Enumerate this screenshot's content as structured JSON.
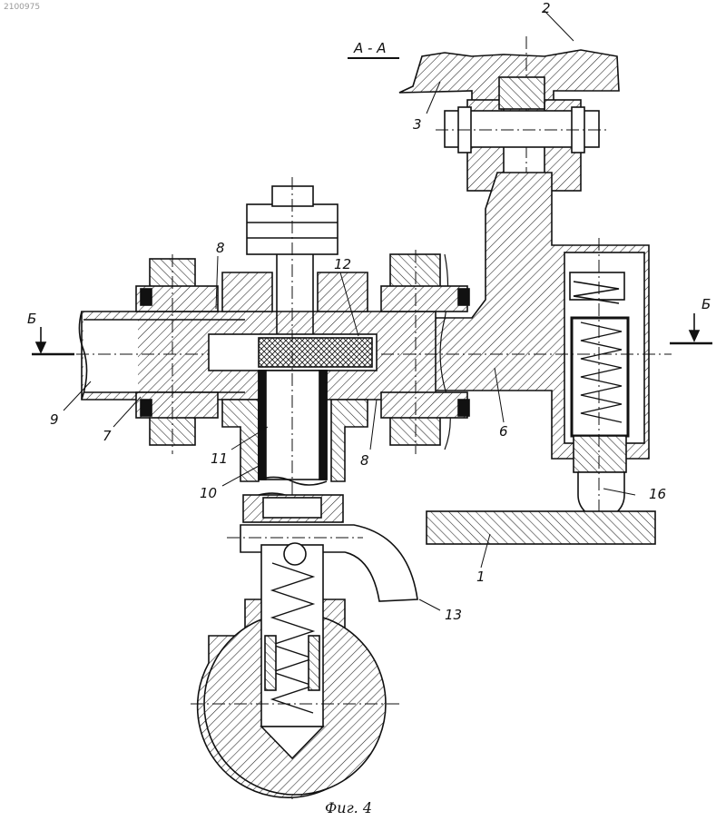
{
  "corner_mark": "2100975",
  "section_label": "А - А",
  "cut_label_left": "Б",
  "cut_label_right": "Б",
  "caption": "Фиг. 4",
  "part_numbers": {
    "p1": "1",
    "p2": "2",
    "p3": "3",
    "p6": "6",
    "p7": "7",
    "p8a": "8",
    "p8b": "8",
    "p9": "9",
    "p10": "10",
    "p11": "11",
    "p12": "12",
    "p13": "13",
    "p16": "16"
  }
}
